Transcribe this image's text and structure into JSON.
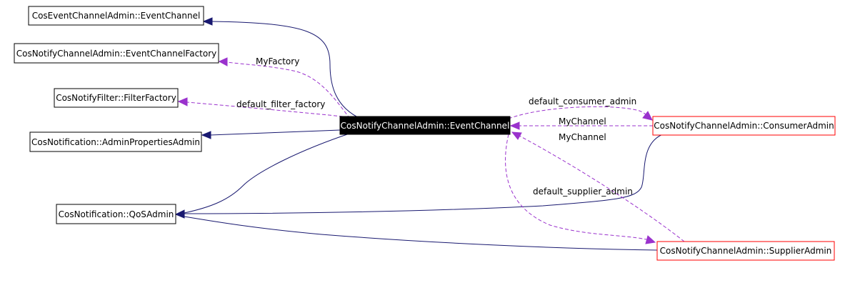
{
  "colors": {
    "inheritance_edge": "#191970",
    "usage_edge": "#9a32cd",
    "focus_fill": "#000000",
    "focus_text": "#ffffff",
    "internal_border": "#000000",
    "external_border": "#ff0000"
  },
  "nodes": {
    "event_channel_base": "CosEventChannelAdmin::EventChannel",
    "event_channel_factory": "CosNotifyChannelAdmin::EventChannelFactory",
    "filter_factory": "CosNotifyFilter::FilterFactory",
    "admin_properties_admin": "CosNotification::AdminPropertiesAdmin",
    "qos_admin": "CosNotification::QoSAdmin",
    "focus": "CosNotifyChannelAdmin::EventChannel",
    "consumer_admin": "CosNotifyChannelAdmin::ConsumerAdmin",
    "supplier_admin": "CosNotifyChannelAdmin::SupplierAdmin"
  },
  "edge_labels": {
    "my_factory": "MyFactory",
    "default_filter_factory": "default_filter_factory",
    "default_consumer_admin": "default_consumer_admin",
    "my_channel_consumer": "MyChannel",
    "my_channel_supplier": "MyChannel",
    "default_supplier_admin": "default_supplier_admin"
  }
}
